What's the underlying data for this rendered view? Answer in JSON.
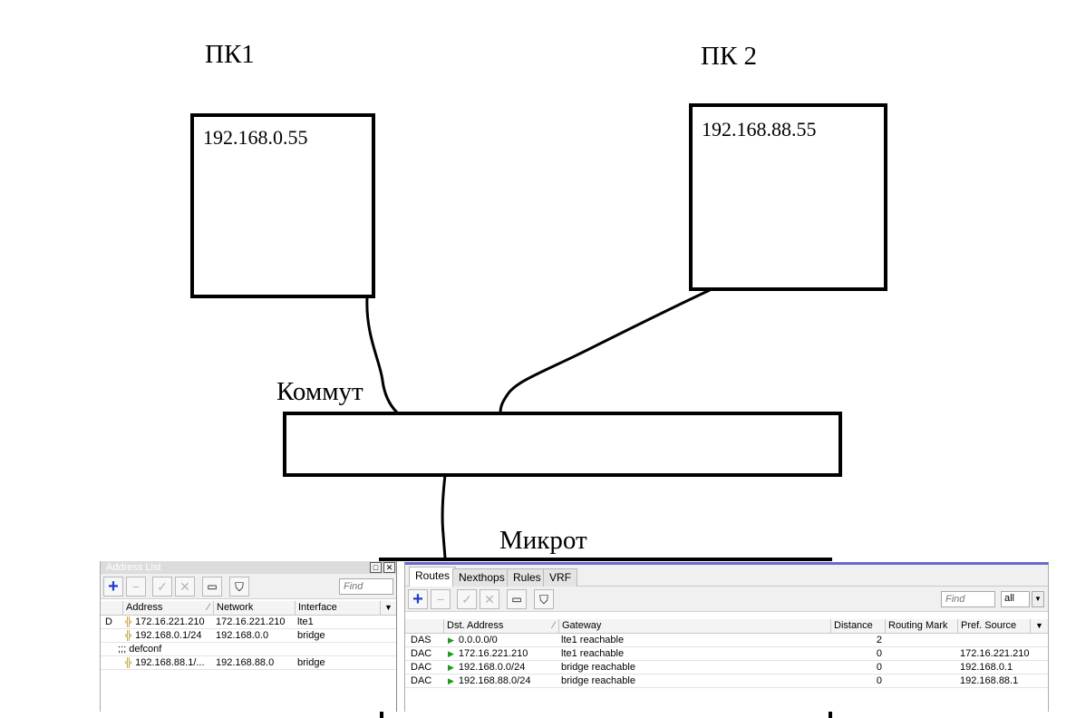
{
  "diagram": {
    "pc1_label": "ПК1",
    "pc2_label": "ПК 2",
    "pc1_ip": "192.168.0.55",
    "pc2_ip": "192.168.88.55",
    "switch_label": "Коммут",
    "router_label": "Микрот"
  },
  "address_list": {
    "title": "Address List",
    "find_placeholder": "Find",
    "columns": [
      "Address",
      "Network",
      "Interface"
    ],
    "rows": [
      {
        "flag": "D",
        "address": "172.16.221.210",
        "network": "172.16.221.210",
        "interface": "lte1"
      },
      {
        "flag": "",
        "address": "192.168.0.1/24",
        "network": "192.168.0.0",
        "interface": "bridge"
      },
      {
        "comment": ";;; defconf"
      },
      {
        "flag": "",
        "address": "192.168.88.1/...",
        "network": "192.168.88.0",
        "interface": "bridge"
      }
    ]
  },
  "routes": {
    "tabs": [
      "Routes",
      "Nexthops",
      "Rules",
      "VRF"
    ],
    "find_placeholder": "Find",
    "filter_value": "all",
    "columns": [
      "Dst. Address",
      "Gateway",
      "Distance",
      "Routing Mark",
      "Pref. Source"
    ],
    "rows": [
      {
        "flags": "DAS",
        "dst": "0.0.0.0/0",
        "gateway": "lte1 reachable",
        "distance": "2",
        "mark": "",
        "pref": ""
      },
      {
        "flags": "DAC",
        "dst": "172.16.221.210",
        "gateway": "lte1 reachable",
        "distance": "0",
        "mark": "",
        "pref": "172.16.221.210"
      },
      {
        "flags": "DAC",
        "dst": "192.168.0.0/24",
        "gateway": "bridge reachable",
        "distance": "0",
        "mark": "",
        "pref": "192.168.0.1"
      },
      {
        "flags": "DAC",
        "dst": "192.168.88.0/24",
        "gateway": "bridge reachable",
        "distance": "0",
        "mark": "",
        "pref": "192.168.88.1"
      }
    ]
  }
}
